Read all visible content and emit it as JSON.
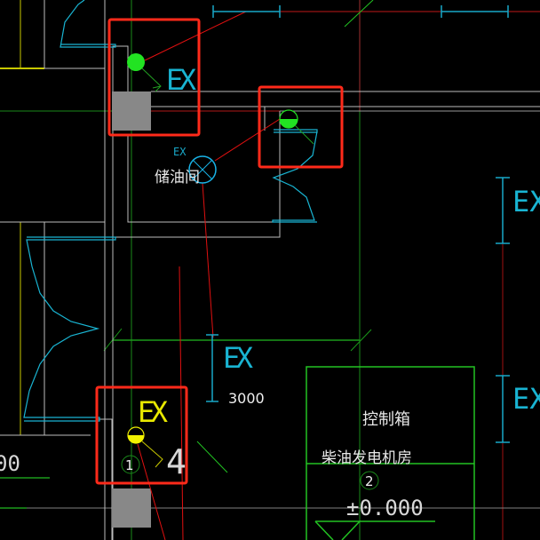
{
  "drawing": {
    "labels": {
      "ex_top": "EX",
      "ex_small": "EX",
      "room_oil": "储油间",
      "ex_mid": "EX",
      "dim_3000": "3000",
      "ex_yellow": "EX",
      "num_4": "4",
      "num_1": "1",
      "num_2": "2",
      "ex_right_1": "EX",
      "ex_right_2": "EX",
      "control_box": "控制箱",
      "generator_room": "柴油发电机房",
      "elevation": "±0.000",
      "left_dim": "00"
    },
    "colors": {
      "highlight": "#ff2a1a",
      "wall": "#bdbdbd",
      "cyan": "#19b4d2",
      "green": "#22e322",
      "yellow": "#f2f200"
    }
  }
}
